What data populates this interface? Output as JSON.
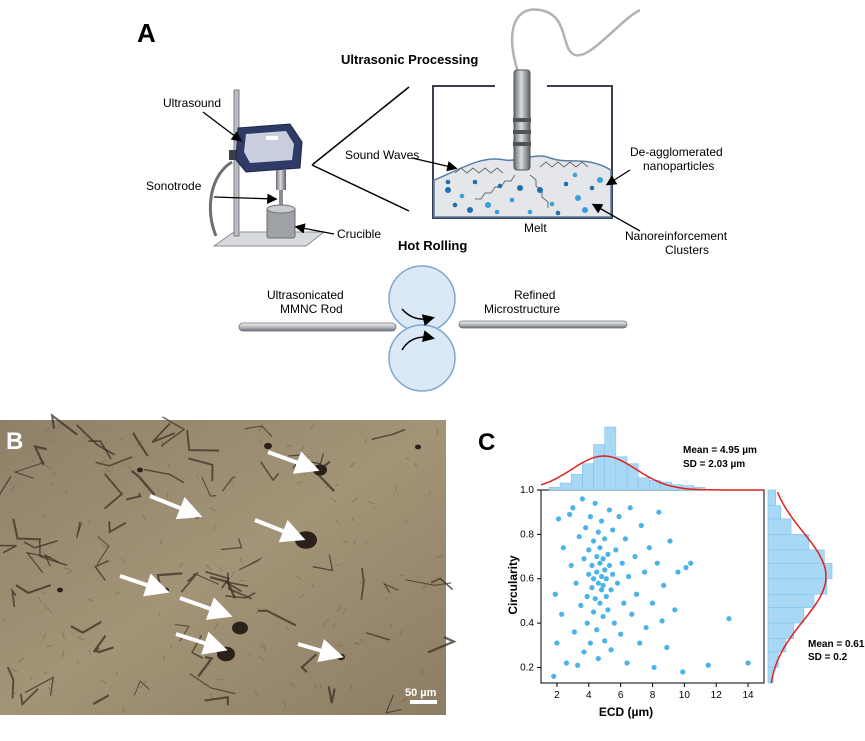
{
  "panel_a": {
    "letter": "A",
    "title_ultrasonic": "Ultrasonic Processing",
    "title_rolling": "Hot Rolling",
    "labels": {
      "ultrasound": "Ultrasound",
      "sonotrode": "Sonotrode",
      "crucible": "Crucible",
      "sound_waves": "Sound Waves",
      "deagg_1": "De-agglomerated",
      "deagg_2": "nanoparticles",
      "melt": "Melt",
      "cluster_1": "Nanoreinforcement",
      "cluster_2": "Clusters",
      "rod_1": "Ultrasonicated",
      "rod_2": "MMNC Rod",
      "refined_1": "Refined",
      "refined_2": "Microstructure"
    },
    "colors": {
      "roller_fill": "#dbe9f7",
      "melt_fill": "#e4e6ea",
      "particle": "#3aa0d8",
      "device": "#2f3a66"
    }
  },
  "panel_b": {
    "letter": "B",
    "scale_bar": "50 µm",
    "colors": {
      "background": "#9a8b70",
      "defect": "#2a2118",
      "arrow": "#ffffff"
    }
  },
  "panel_c": {
    "letter": "C",
    "stats_top_1": "Mean = 4.95 µm",
    "stats_top_2": "SD = 2.03 µm",
    "stats_right_1": "Mean = 0.61",
    "stats_right_2": "SD = 0.2"
  },
  "chart_data": {
    "type": "scatter",
    "title": "",
    "xlabel": "ECD (µm)",
    "ylabel": "Circularity",
    "xlim": [
      1,
      15
    ],
    "ylim": [
      0.13,
      1.0
    ],
    "xticks": [
      2,
      4,
      6,
      8,
      10,
      12,
      14
    ],
    "yticks": [
      0.2,
      0.4,
      0.6,
      0.8,
      1.0
    ],
    "ytick_labels": [
      "0.2",
      "0.4",
      "0.6",
      "0.8",
      "1.0"
    ],
    "marker_color": "#4ab3e8",
    "hist_color": "#a9d8f5",
    "fit_color": "#e0201f",
    "x_hist": {
      "bin_edges_start": 1.5,
      "bin_width": 0.7,
      "counts": [
        3,
        8,
        18,
        30,
        52,
        72,
        38,
        30,
        14,
        11,
        9,
        6,
        5,
        3
      ]
    },
    "y_hist": {
      "bins": [
        [
          0.13,
          0.2,
          2
        ],
        [
          0.2,
          0.27,
          4
        ],
        [
          0.27,
          0.33,
          7
        ],
        [
          0.33,
          0.4,
          10
        ],
        [
          0.4,
          0.47,
          14
        ],
        [
          0.47,
          0.53,
          18
        ],
        [
          0.53,
          0.6,
          23
        ],
        [
          0.6,
          0.67,
          25
        ],
        [
          0.67,
          0.73,
          22
        ],
        [
          0.73,
          0.8,
          16
        ],
        [
          0.8,
          0.87,
          9
        ],
        [
          0.87,
          0.93,
          5
        ],
        [
          0.93,
          1.0,
          3
        ]
      ]
    },
    "points": [
      [
        1.8,
        0.16
      ],
      [
        2.0,
        0.31
      ],
      [
        1.9,
        0.53
      ],
      [
        2.1,
        0.87
      ],
      [
        2.4,
        0.74
      ],
      [
        2.6,
        0.22
      ],
      [
        2.3,
        0.44
      ],
      [
        2.8,
        0.89
      ],
      [
        2.9,
        0.66
      ],
      [
        3.1,
        0.36
      ],
      [
        3.0,
        0.92
      ],
      [
        3.2,
        0.58
      ],
      [
        3.3,
        0.21
      ],
      [
        3.4,
        0.79
      ],
      [
        3.5,
        0.48
      ],
      [
        3.6,
        0.96
      ],
      [
        3.7,
        0.69
      ],
      [
        3.7,
        0.27
      ],
      [
        3.8,
        0.83
      ],
      [
        3.9,
        0.52
      ],
      [
        3.9,
        0.4
      ],
      [
        4.0,
        0.62
      ],
      [
        4.0,
        0.73
      ],
      [
        4.1,
        0.31
      ],
      [
        4.1,
        0.88
      ],
      [
        4.2,
        0.56
      ],
      [
        4.2,
        0.66
      ],
      [
        4.3,
        0.45
      ],
      [
        4.3,
        0.77
      ],
      [
        4.3,
        0.6
      ],
      [
        4.4,
        0.94
      ],
      [
        4.4,
        0.51
      ],
      [
        4.5,
        0.7
      ],
      [
        4.5,
        0.37
      ],
      [
        4.5,
        0.63
      ],
      [
        4.6,
        0.81
      ],
      [
        4.6,
        0.58
      ],
      [
        4.6,
        0.24
      ],
      [
        4.7,
        0.67
      ],
      [
        4.7,
        0.49
      ],
      [
        4.7,
        0.74
      ],
      [
        4.8,
        0.55
      ],
      [
        4.8,
        0.61
      ],
      [
        4.8,
        0.86
      ],
      [
        4.9,
        0.43
      ],
      [
        4.9,
        0.69
      ],
      [
        4.9,
        0.57
      ],
      [
        5.0,
        0.64
      ],
      [
        5.0,
        0.32
      ],
      [
        5.0,
        0.78
      ],
      [
        5.1,
        0.52
      ],
      [
        5.1,
        0.6
      ],
      [
        5.2,
        0.71
      ],
      [
        5.2,
        0.46
      ],
      [
        5.3,
        0.91
      ],
      [
        5.3,
        0.66
      ],
      [
        5.4,
        0.55
      ],
      [
        5.4,
        0.28
      ],
      [
        5.5,
        0.82
      ],
      [
        5.5,
        0.62
      ],
      [
        5.6,
        0.4
      ],
      [
        5.7,
        0.73
      ],
      [
        5.8,
        0.58
      ],
      [
        5.9,
        0.88
      ],
      [
        6.0,
        0.35
      ],
      [
        6.1,
        0.67
      ],
      [
        6.2,
        0.49
      ],
      [
        6.3,
        0.78
      ],
      [
        6.4,
        0.22
      ],
      [
        6.5,
        0.61
      ],
      [
        6.6,
        0.92
      ],
      [
        6.7,
        0.44
      ],
      [
        6.9,
        0.7
      ],
      [
        7.0,
        0.53
      ],
      [
        7.2,
        0.31
      ],
      [
        7.3,
        0.84
      ],
      [
        7.5,
        0.63
      ],
      [
        7.6,
        0.38
      ],
      [
        7.8,
        0.74
      ],
      [
        8.0,
        0.49
      ],
      [
        8.1,
        0.2
      ],
      [
        8.3,
        0.67
      ],
      [
        8.4,
        0.9
      ],
      [
        8.6,
        0.41
      ],
      [
        8.7,
        0.57
      ],
      [
        8.9,
        0.29
      ],
      [
        9.1,
        0.77
      ],
      [
        9.4,
        0.46
      ],
      [
        9.6,
        0.63
      ],
      [
        9.9,
        0.18
      ],
      [
        10.1,
        0.65
      ],
      [
        10.4,
        0.67
      ],
      [
        11.5,
        0.21
      ],
      [
        12.8,
        0.42
      ],
      [
        14.0,
        0.22
      ]
    ]
  }
}
